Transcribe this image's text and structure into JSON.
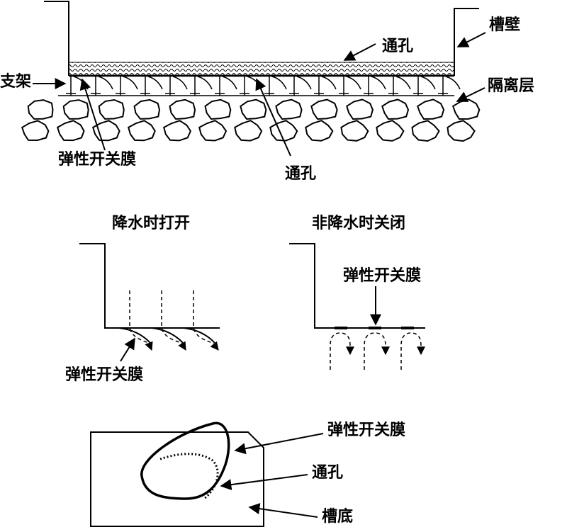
{
  "top_section": {
    "labels": {
      "wall": "槽壁",
      "hole_top": "通孔",
      "support": "支架",
      "isolation_layer": "隔离层",
      "membrane": "弹性开关膜",
      "hole_bottom": "通孔"
    }
  },
  "middle_section": {
    "open_caption": "降水时打开",
    "closed_caption": "非降水时关闭",
    "open_membrane_label": "弹性开关膜",
    "closed_membrane_label": "弹性开关膜"
  },
  "bottom_section": {
    "membrane_label": "弹性开关膜",
    "hole_label": "通孔",
    "bottom_label": "槽底"
  }
}
